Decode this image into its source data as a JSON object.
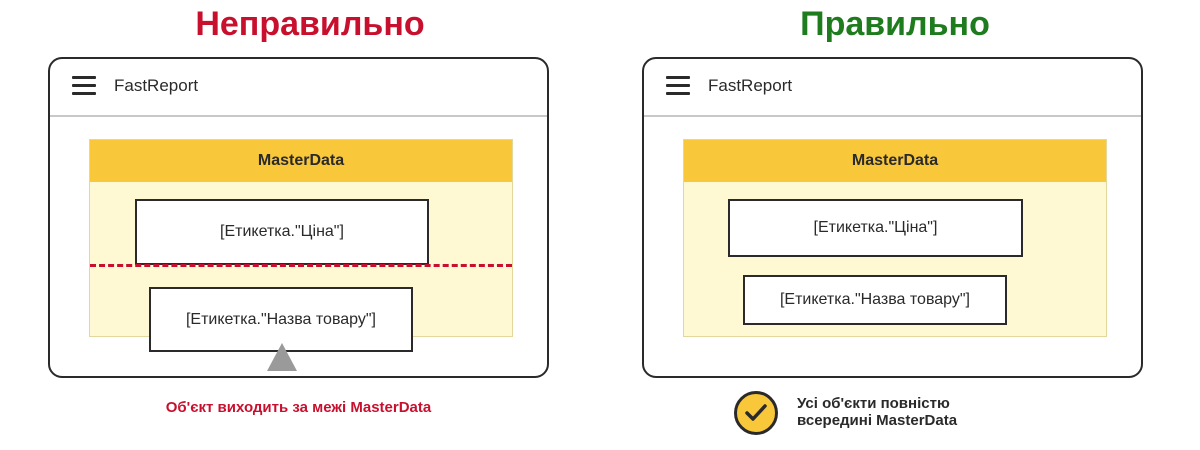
{
  "wrong": {
    "heading": "Неправильно",
    "app_title": "FastReport",
    "band_title": "MasterData",
    "field_price": "[Етикетка.\"Ціна\"]",
    "field_name": "[Етикетка.\"Назва товару\"]",
    "caption": "Об'єкт виходить за межі MasterData"
  },
  "right": {
    "heading": "Правильно",
    "app_title": "FastReport",
    "band_title": "MasterData",
    "field_price": "[Етикетка.\"Ціна\"]",
    "field_name": "[Етикетка.\"Назва товару\"]",
    "caption_line1": "Усі об'єкти повністю",
    "caption_line2": "всередині MasterData"
  },
  "colors": {
    "wrong_red": "#c8102e",
    "right_green": "#1e7b1e",
    "band_header": "#f9c73a",
    "band_body": "#fef8d3"
  },
  "icons": [
    "hamburger-menu-icon",
    "warning-arrow-icon",
    "checkmark-icon"
  ]
}
